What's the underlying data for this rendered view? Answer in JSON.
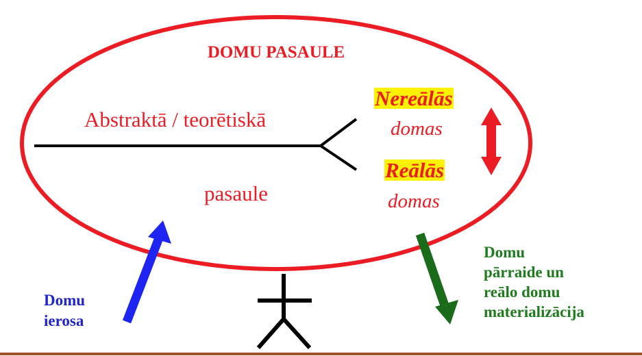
{
  "diagram": {
    "title": "DOMU PASAULE",
    "left_top_label": "Abstraktā / teorētiskā",
    "left_bottom_label": "pasaule",
    "unreal": {
      "word": "Nereālās",
      "sub": "domas"
    },
    "real": {
      "word": "Reālās",
      "sub": "domas"
    },
    "inspiration_label": {
      "line1": "Domu",
      "line2": "ierosa"
    },
    "output_label": {
      "line1": "Domu",
      "line2": "pārraide un",
      "line3": "reālo domu",
      "line4": "materializācija"
    },
    "colors": {
      "ellipse": "#ec1c24",
      "title_text": "#ec1c24",
      "highlight": "#fff200",
      "double_arrow": "#ec1c24",
      "in_arrow": "#1f25f0",
      "out_arrow": "#1a6b1a",
      "bottom_rule": "#a0522d",
      "lines": "#000000"
    },
    "icons": {
      "person": "stick-figure-icon",
      "in_arrow": "arrow-up-right-icon",
      "out_arrow": "arrow-down-right-icon",
      "double_arrow": "double-arrow-vertical-icon"
    }
  }
}
